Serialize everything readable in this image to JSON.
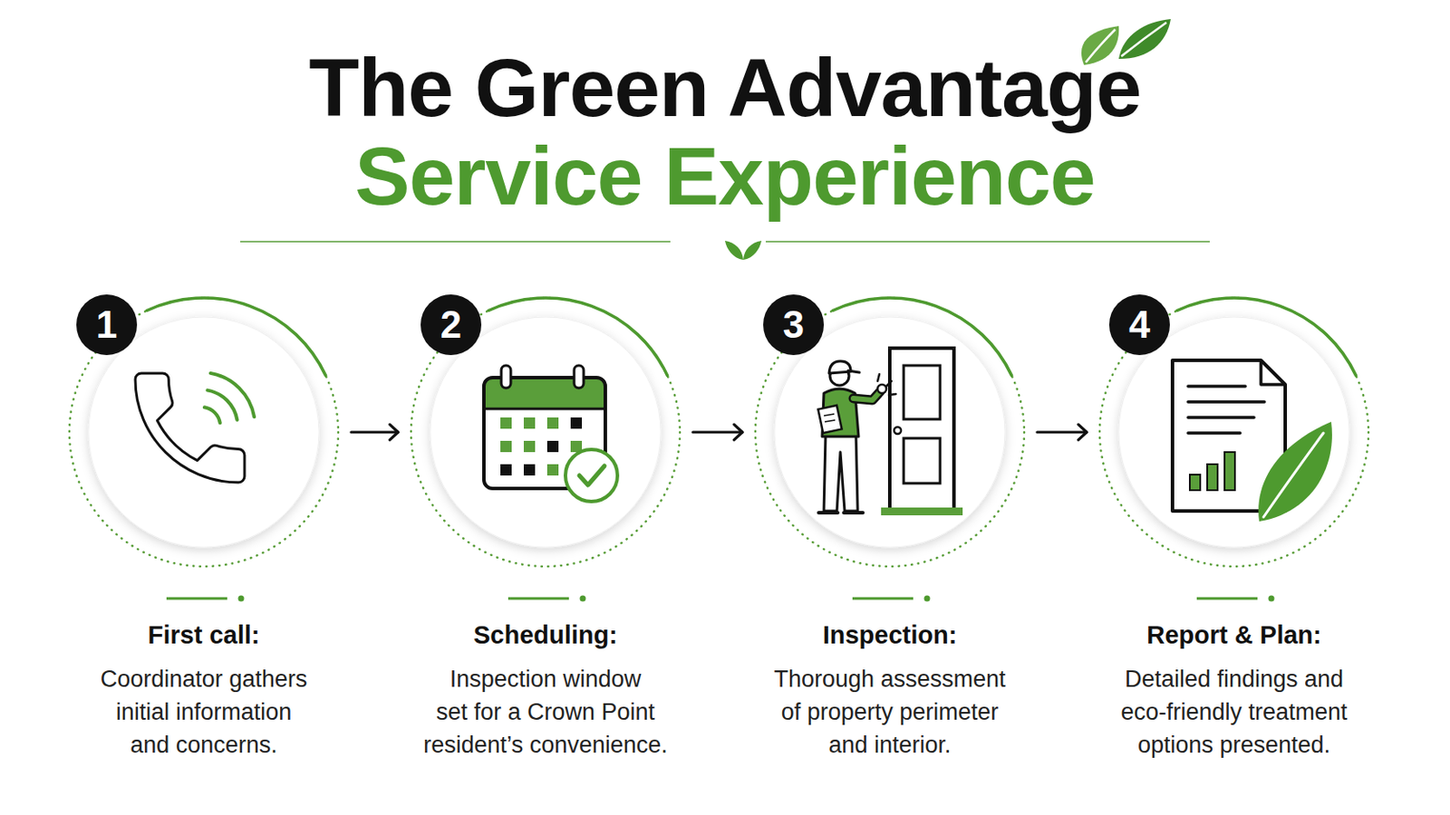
{
  "diagram": {
    "title": "The Green Advantage Service Experience",
    "nodes": [
      {
        "text": [
          "First call:",
          "Coordinator gathers initial information and concerns."
        ]
      },
      {
        "text": [
          "Scheduling:",
          "Inspection window set for a Crown Point resident’s convenience."
        ]
      },
      {
        "text": [
          "Inspection:",
          "Thorough assessment of property perimeter and interior."
        ]
      },
      {
        "text": [
          "Report & Plan:",
          "Detailed findings and eco-friendly treatment options presented."
        ]
      }
    ],
    "edges": [
      {
        "from": 0,
        "to": 1,
        "arrow": "to"
      },
      {
        "from": 1,
        "to": 2,
        "arrow": "to"
      },
      {
        "from": 2,
        "to": 3,
        "arrow": "to"
      }
    ],
    "labels": [
      "1",
      "2",
      "3",
      "4"
    ]
  }
}
